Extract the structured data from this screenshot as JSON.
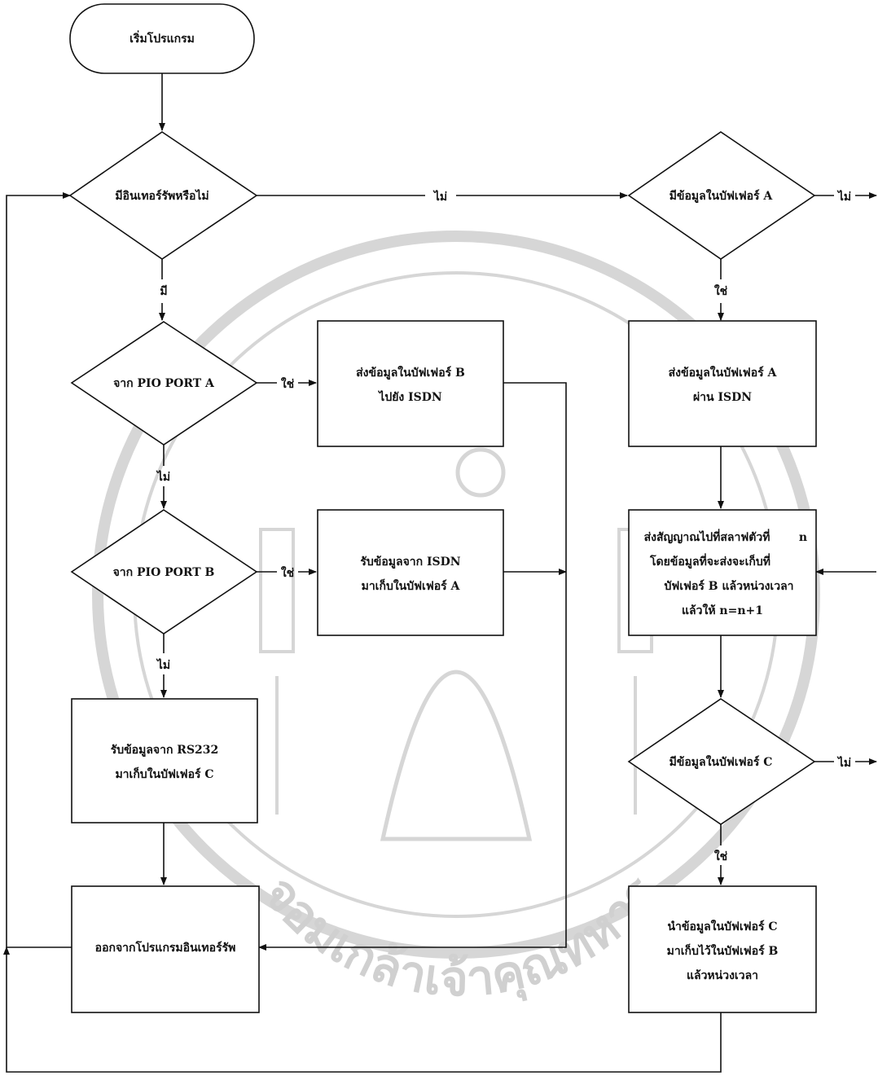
{
  "nodes": {
    "start": "เริ่มโปรแกรม",
    "d_interrupt": "มีอินเทอร์รัพหรือไม่",
    "d_bufA": "มีข้อมูลในบัฟเฟอร์ A",
    "d_portA": "จาก PIO PORT A",
    "p_sendB": [
      "ส่งข้อมูลในบัฟเฟอร์ B",
      "ไปยัง ISDN"
    ],
    "p_sendA": [
      "ส่งข้อมูลในบัฟเฟอร์ A",
      "ผ่าน ISDN"
    ],
    "d_portB": "จาก PIO PORT B",
    "p_recvISDN": [
      "รับข้อมูลจาก ISDN",
      "มาเก็บในบัฟเฟอร์ A"
    ],
    "p_signal": [
      "ส่งสัญญาณไปที่สลาฟตัวที่",
      "โดยข้อมูลที่จะส่งจะเก็บที่",
      "บัฟเฟอร์ B แล้วหน่วงเวลา",
      "แล้วให้ n=n+1"
    ],
    "p_signal_n": "n",
    "p_recvRS": [
      "รับข้อมูลจาก RS232",
      "มาเก็บในบัฟเฟอร์ C"
    ],
    "d_bufC": "มีข้อมูลในบัฟเฟอร์ C",
    "p_exit": "ออกจากโปรแกรมอินเทอร์รัพ",
    "p_moveC": [
      "นำข้อมูลในบัฟเฟอร์ C",
      "มาเก็บไว้ในบัฟเฟอร์ B",
      "แล้วหน่วงเวลา"
    ]
  },
  "edges": {
    "no": "ไม่",
    "yes": "ใช่",
    "yes_short": "มี"
  },
  "watermark": "จอมเกล้าเจ้าคุณทหาร"
}
